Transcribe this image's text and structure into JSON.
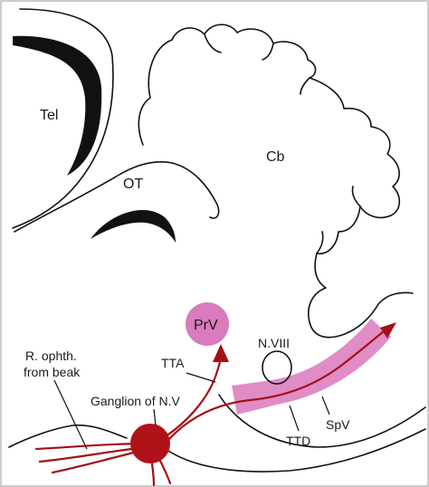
{
  "labels": {
    "tel": "Tel",
    "ot": "OT",
    "cb": "Cb",
    "prv": "PrV",
    "nviii": "N.VIII",
    "tta": "TTA",
    "ganglion": "Ganglion of N.V",
    "r_ophth_line1": "R. ophth.",
    "r_ophth_line2": "from beak",
    "ttd": "TTD",
    "spv": "SpV"
  },
  "colors": {
    "outline": "#111111",
    "black_fill": "#111111",
    "nucleus_pink": "#d97bbd",
    "tract_pink": "#e08cc6",
    "nerve_red": "#a31015",
    "ganglion_red": "#b0121a"
  }
}
